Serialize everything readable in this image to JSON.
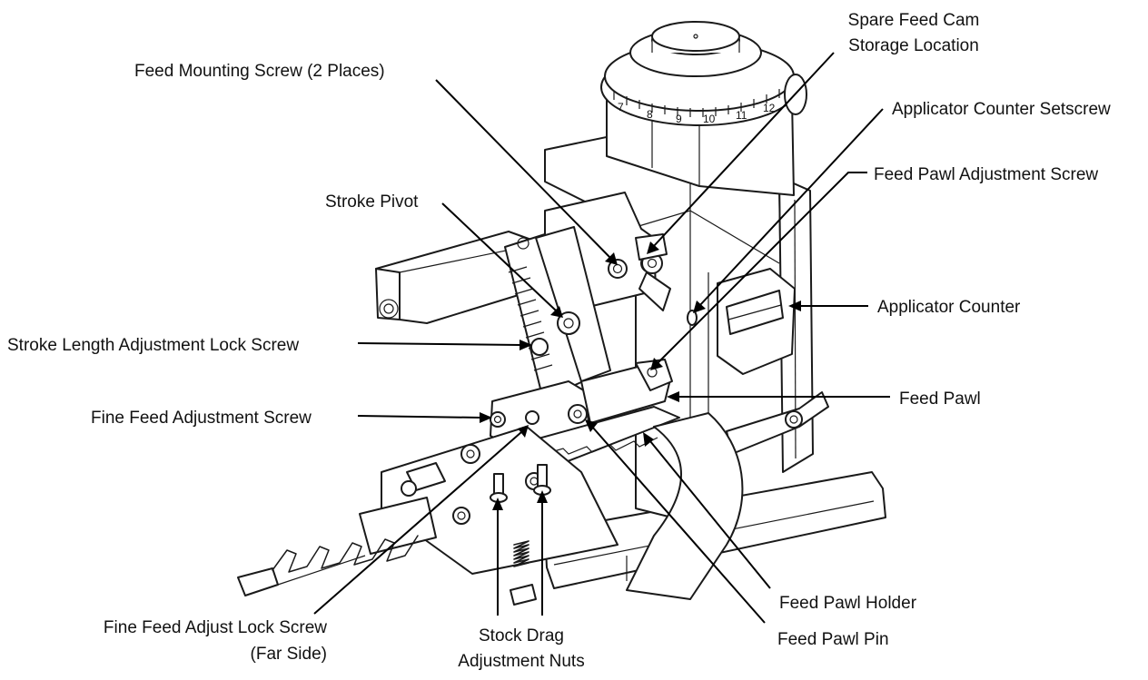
{
  "labels": {
    "spare_feed_cam_1": "Spare Feed Cam",
    "spare_feed_cam_2": "Storage Location",
    "feed_mounting_screw": "Feed Mounting Screw (2 Places)",
    "applicator_counter_setscrew": "Applicator Counter Setscrew",
    "feed_pawl_adjustment_screw": "Feed Pawl Adjustment Screw",
    "stroke_pivot": "Stroke Pivot",
    "applicator_counter": "Applicator Counter",
    "stroke_length_lock_screw": "Stroke Length Adjustment Lock Screw",
    "feed_pawl": "Feed Pawl",
    "fine_feed_adjustment_screw": "Fine Feed Adjustment Screw",
    "feed_pawl_holder": "Feed Pawl Holder",
    "fine_feed_lock_screw_1": "Fine Feed Adjust Lock Screw",
    "fine_feed_lock_screw_2": "(Far Side)",
    "stock_drag_1": "Stock Drag",
    "stock_drag_2": "Adjustment Nuts",
    "feed_pawl_pin": "Feed Pawl Pin"
  },
  "dial_numbers": [
    "7",
    "8",
    "9",
    "10",
    "11",
    "12"
  ]
}
